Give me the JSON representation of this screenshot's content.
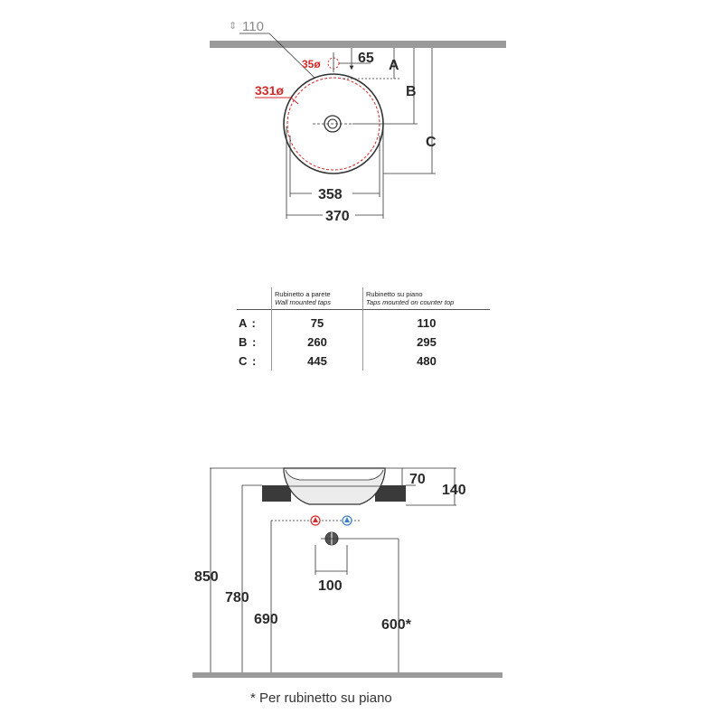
{
  "top_view": {
    "wall_thickness": "110",
    "tap_offset": "65",
    "tap_hole": "35ø",
    "inner_diameter_label": "331ø",
    "label_a": "A",
    "label_b": "B",
    "label_c": "C",
    "width_inner": "358",
    "width_outer": "370"
  },
  "table": {
    "col1_title": "Rubinetto a parete",
    "col1_subtitle": "Wall mounted taps",
    "col2_title": "Rubinetto su piano",
    "col2_subtitle": "Taps mounted on counter top",
    "rows": [
      {
        "label": "A :",
        "wall": "75",
        "counter": "110"
      },
      {
        "label": "B :",
        "wall": "260",
        "counter": "295"
      },
      {
        "label": "C :",
        "wall": "445",
        "counter": "480"
      }
    ]
  },
  "side_view": {
    "bowl_height": "70",
    "total_height": "140",
    "height_850": "850",
    "height_780": "780",
    "height_690": "690",
    "height_600": "600*",
    "spacing_100": "100"
  },
  "footnote": "* Per rubinetto su piano",
  "colors": {
    "hot": "#d22b2b",
    "cold": "#3a7fc4",
    "counter": "#9a9a9a"
  }
}
